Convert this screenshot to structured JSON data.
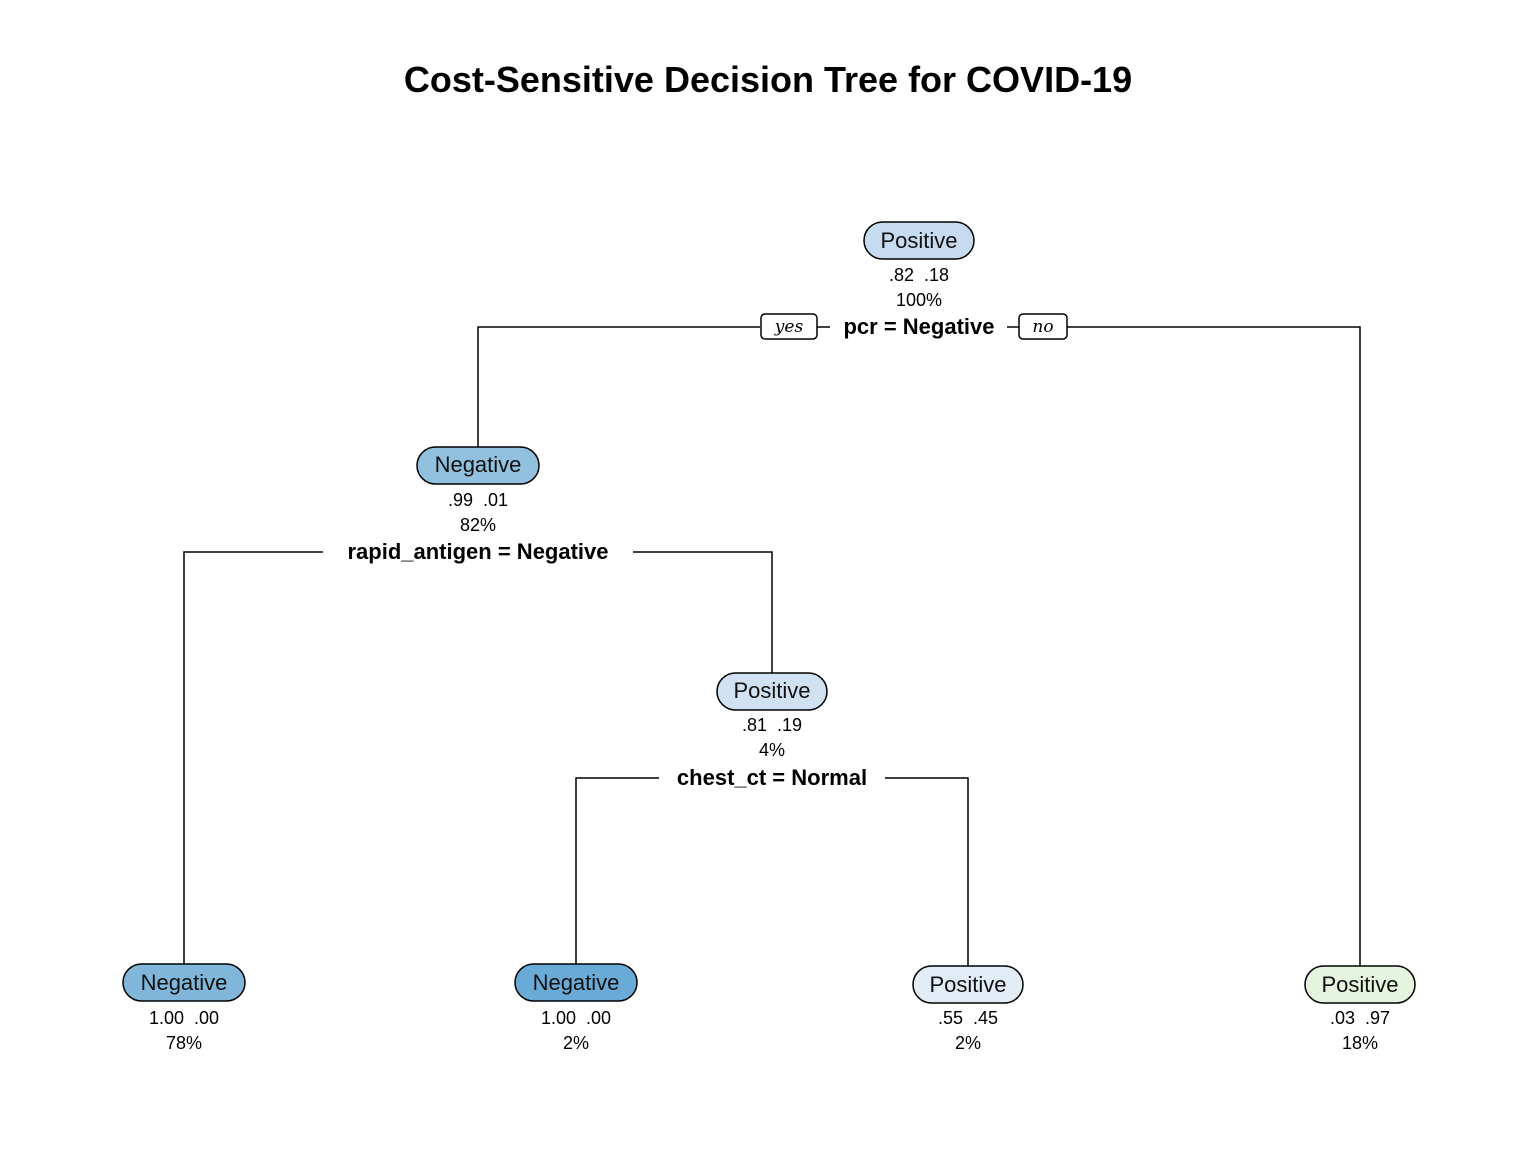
{
  "title": "Cost-Sensitive Decision Tree for COVID-19",
  "yes_label": "yes",
  "no_label": "no",
  "nodes": {
    "root": {
      "label": "Positive",
      "probs": ".82  .18",
      "pct": "100%",
      "split": "pcr = Negative",
      "color": "#c6dbef"
    },
    "n2": {
      "label": "Negative",
      "probs": ".99  .01",
      "pct": "82%",
      "split": "rapid_antigen = Negative",
      "color": "#92c0df"
    },
    "n5": {
      "label": "Positive",
      "probs": ".81  .19",
      "pct": "4%",
      "split": "chest_ct = Normal",
      "color": "#d0e2f2"
    },
    "leaf1": {
      "label": "Negative",
      "probs": "1.00  .00",
      "pct": "78%",
      "color": "#7fb6da"
    },
    "leaf2": {
      "label": "Negative",
      "probs": "1.00  .00",
      "pct": "2%",
      "color": "#6aaad6"
    },
    "leaf3": {
      "label": "Positive",
      "probs": ".55  .45",
      "pct": "2%",
      "color": "#e1ecf7"
    },
    "leaf4": {
      "label": "Positive",
      "probs": ".03  .97",
      "pct": "18%",
      "color": "#e5f4df"
    }
  }
}
